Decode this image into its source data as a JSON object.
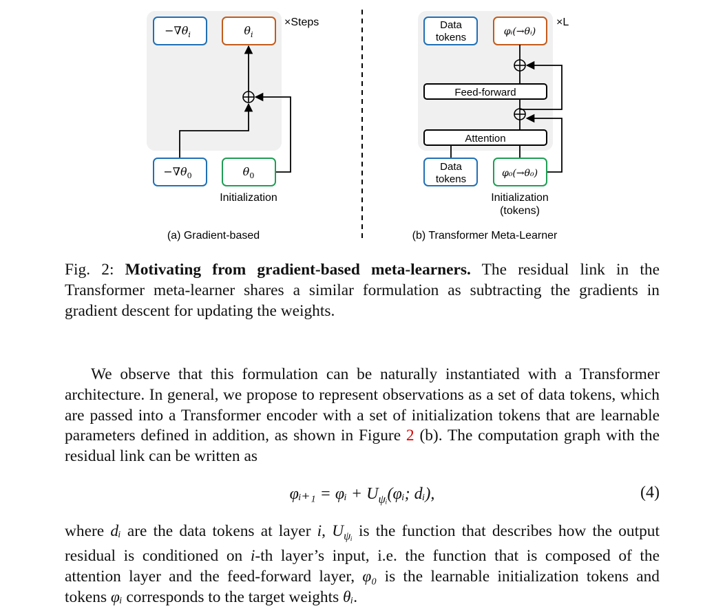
{
  "figure": {
    "left": {
      "top_left_box": "−∇θ",
      "top_left_sub": "i",
      "top_right_box": "θ",
      "top_right_sub": "i",
      "steps_label": "×Steps",
      "bottom_left_box": "−∇θ",
      "bottom_left_sub": "0",
      "bottom_right_box": "θ",
      "bottom_right_sub": "0",
      "init_label": "Initialization",
      "caption": "(a) Gradient-based"
    },
    "right": {
      "data_tokens_top_1": "Data",
      "data_tokens_top_2": "tokens",
      "phi_top": "φᵢ(→θᵢ)",
      "layers_label": "×L",
      "feedforward": "Feed-forward",
      "attention": "Attention",
      "data_tokens_bottom_1": "Data",
      "data_tokens_bottom_2": "tokens",
      "phi_bottom": "φ₀(→θ₀)",
      "init_label_1": "Initialization",
      "init_label_2": "(tokens)",
      "caption": "(b) Transformer Meta-Learner"
    },
    "colors": {
      "blue": "#1f6fb5",
      "orange": "#c25a1a",
      "green": "#1e9e54",
      "panel": "#f0f0f0"
    }
  },
  "caption": {
    "prefix": "Fig. 2: ",
    "title": "Motivating from gradient-based meta-learners.",
    "body": " The residual link in the Transformer meta-learner shares a similar formulation as subtracting the gradients in gradient descent for updating the weights."
  },
  "paragraph1": {
    "before_link": "We observe that this formulation can be naturally instantiated with a Transformer architecture. In general, we propose to represent observations as a set of data tokens, which are passed into a Transformer encoder with a set of initialization tokens that are learnable parameters defined in addition, as shown in Figure ",
    "link": "2",
    "after_link": " (b). The computation graph with the residual link can be written as"
  },
  "equation": {
    "body": "φᵢ₊₁ = φᵢ + U",
    "sub": "ψᵢ",
    "rest": "(φᵢ; dᵢ),",
    "number": "(4)"
  },
  "paragraph2": {
    "p1": "where ",
    "v1": "dᵢ",
    "p2": " are the data tokens at layer ",
    "v2": "i",
    "p3": ", ",
    "v3": "U",
    "v3sub": "ψᵢ",
    "p4": " is the function that describes how the output residual is conditioned on ",
    "v4": "i",
    "p5": "-th layer’s input, i.e. the function that is composed of the attention layer and the feed-forward layer, ",
    "v5": "φ₀",
    "p6": " is the learnable initialization tokens and tokens ",
    "v6": "φᵢ",
    "p7": " corresponds to the target weights ",
    "v7": "θᵢ",
    "p8": "."
  }
}
